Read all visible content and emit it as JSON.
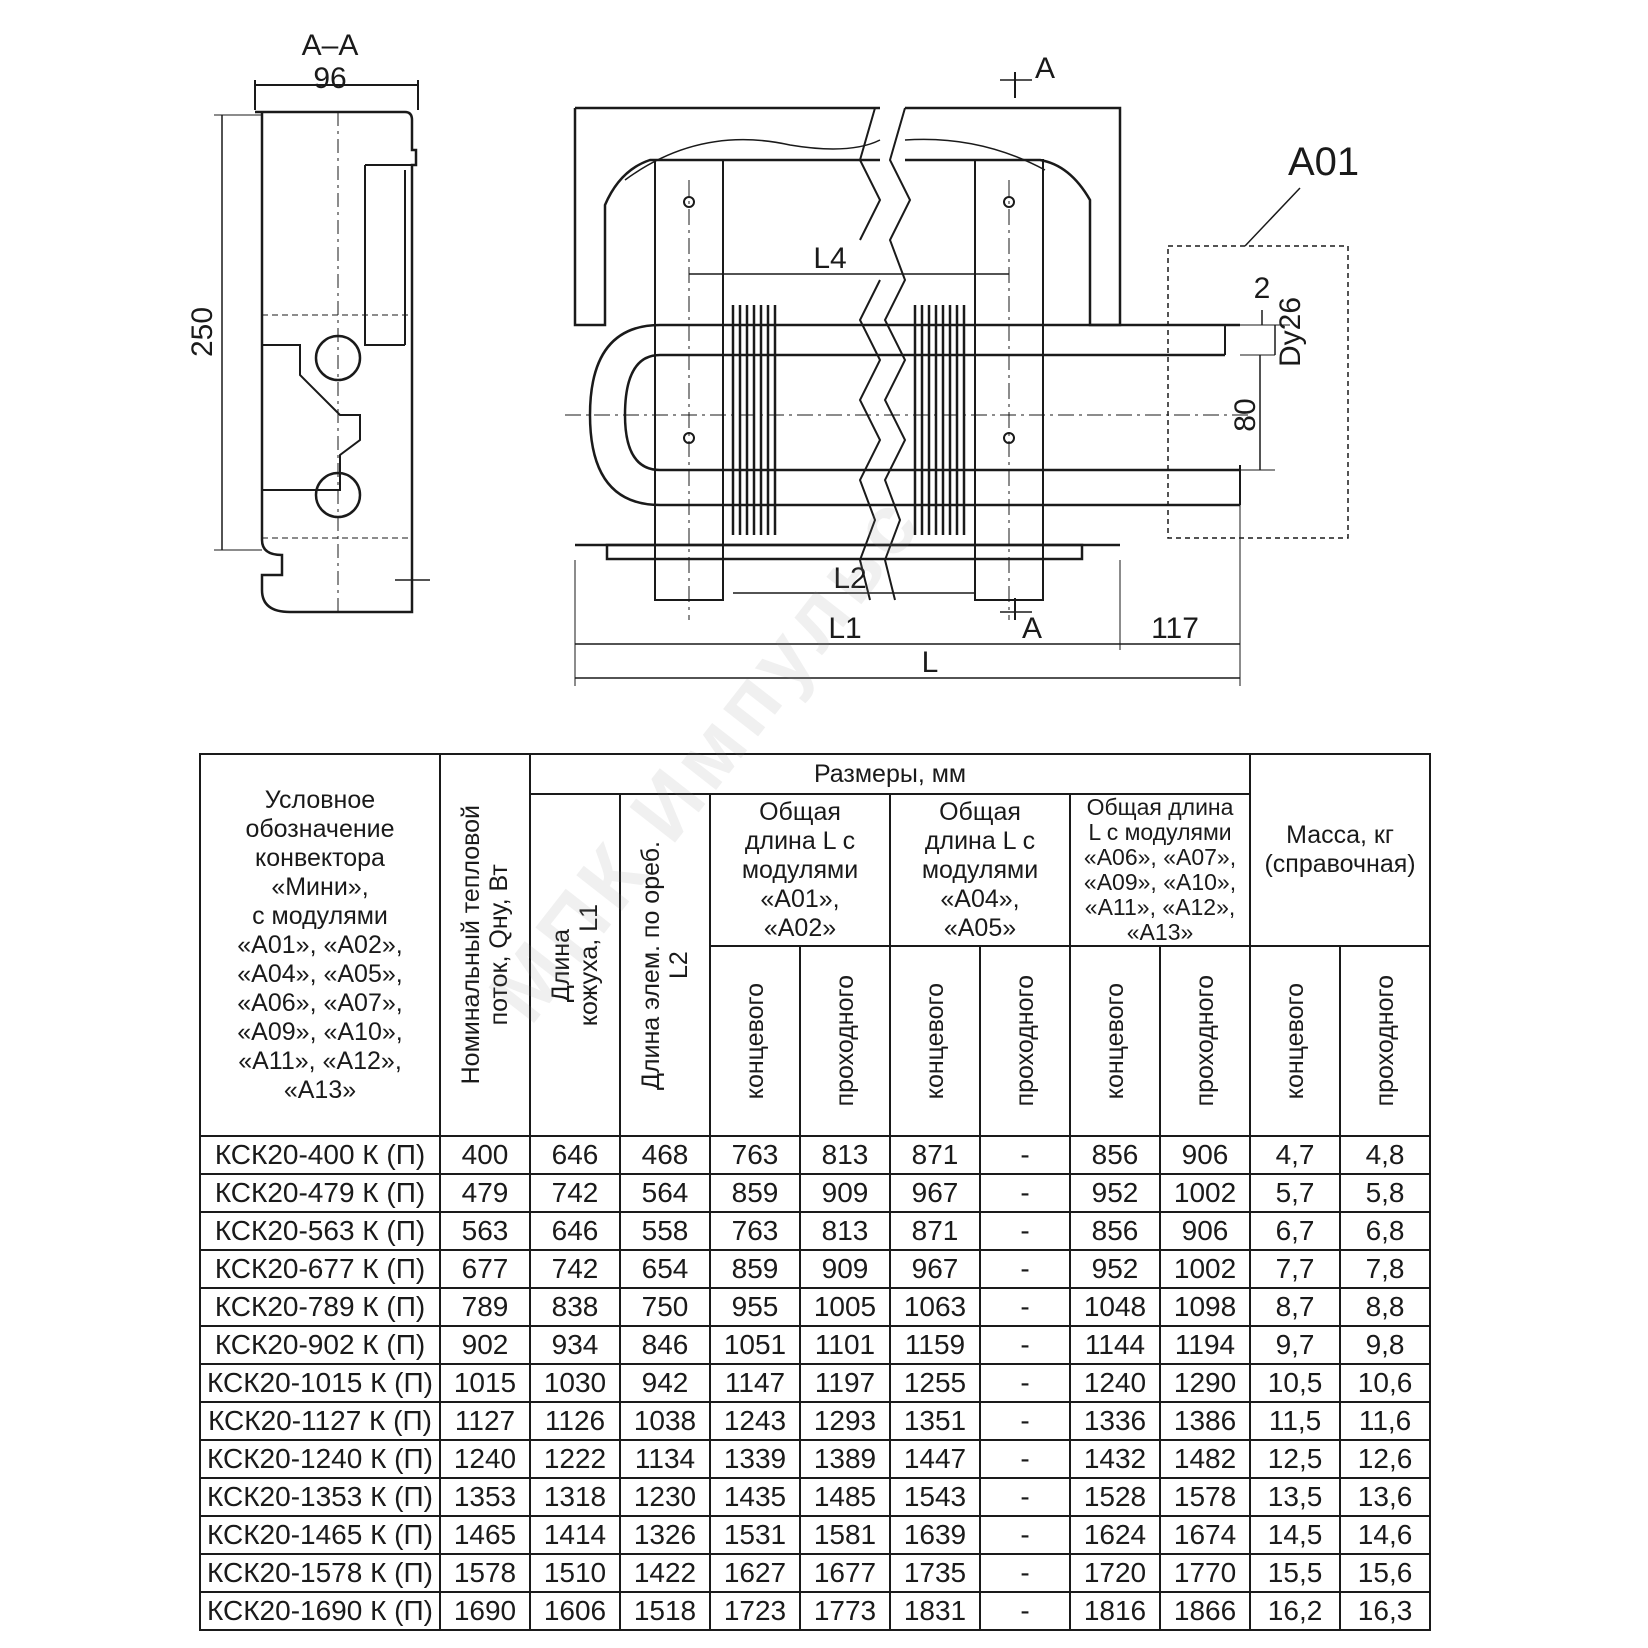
{
  "drawing": {
    "section_label": "A–A",
    "dim_width": "96",
    "dim_height": "250",
    "section_mark_top": "A",
    "section_mark_bottom": "A",
    "detail_label": "A01",
    "dim_L4": "L4",
    "dim_L2": "L2",
    "dim_L1": "L1",
    "dim_L": "L",
    "dim_117": "117",
    "dim_2": "2",
    "dim_dy": "Dy26",
    "dim_80": "80"
  },
  "table": {
    "col_designation": "Условное\nобозначение\nконвектора\n«Мини»,\nс модулями\n«А01», «А02»,\n«А04», «А05»,\n«А06», «А07»,\n«А09», «А10»,\n«А11», «А12»,\n«А13»",
    "col_flux": "Номинальный тепловой\nпоток, Qну, Вт",
    "group_sizes": "Размеры, мм",
    "col_L1": "Длина\nкожуха, L1",
    "col_L2": "Длина элем. по ореб.\nL2",
    "group_A01": "Общая\nдлина L с\nмодулями\n«А01»,\n«А02»",
    "group_A04": "Общая\nдлина L с\nмодулями\n«А04»,\n«А05»",
    "group_A06": "Общая длина\nL с модулями\n«А06», «А07»,\n«А09», «А10»,\n«А11», «А12»,\n«А13»",
    "group_mass": "Масса, кг\n(справочная)",
    "sub_end": "концевого",
    "sub_pass": "проходного",
    "rows": [
      [
        "КСК20-400 К (П)",
        "400",
        "646",
        "468",
        "763",
        "813",
        "871",
        "-",
        "856",
        "906",
        "4,7",
        "4,8"
      ],
      [
        "КСК20-479 К (П)",
        "479",
        "742",
        "564",
        "859",
        "909",
        "967",
        "-",
        "952",
        "1002",
        "5,7",
        "5,8"
      ],
      [
        "КСК20-563 К (П)",
        "563",
        "646",
        "558",
        "763",
        "813",
        "871",
        "-",
        "856",
        "906",
        "6,7",
        "6,8"
      ],
      [
        "КСК20-677 К (П)",
        "677",
        "742",
        "654",
        "859",
        "909",
        "967",
        "-",
        "952",
        "1002",
        "7,7",
        "7,8"
      ],
      [
        "КСК20-789 К (П)",
        "789",
        "838",
        "750",
        "955",
        "1005",
        "1063",
        "-",
        "1048",
        "1098",
        "8,7",
        "8,8"
      ],
      [
        "КСК20-902 К (П)",
        "902",
        "934",
        "846",
        "1051",
        "1101",
        "1159",
        "-",
        "1144",
        "1194",
        "9,7",
        "9,8"
      ],
      [
        "КСК20-1015 К (П)",
        "1015",
        "1030",
        "942",
        "1147",
        "1197",
        "1255",
        "-",
        "1240",
        "1290",
        "10,5",
        "10,6"
      ],
      [
        "КСК20-1127 К (П)",
        "1127",
        "1126",
        "1038",
        "1243",
        "1293",
        "1351",
        "-",
        "1336",
        "1386",
        "11,5",
        "11,6"
      ],
      [
        "КСК20-1240 К (П)",
        "1240",
        "1222",
        "1134",
        "1339",
        "1389",
        "1447",
        "-",
        "1432",
        "1482",
        "12,5",
        "12,6"
      ],
      [
        "КСК20-1353 К (П)",
        "1353",
        "1318",
        "1230",
        "1435",
        "1485",
        "1543",
        "-",
        "1528",
        "1578",
        "13,5",
        "13,6"
      ],
      [
        "КСК20-1465 К (П)",
        "1465",
        "1414",
        "1326",
        "1531",
        "1581",
        "1639",
        "-",
        "1624",
        "1674",
        "14,5",
        "14,6"
      ],
      [
        "КСК20-1578 К (П)",
        "1578",
        "1510",
        "1422",
        "1627",
        "1677",
        "1735",
        "-",
        "1720",
        "1770",
        "15,5",
        "15,6"
      ],
      [
        "КСК20-1690 К (П)",
        "1690",
        "1606",
        "1518",
        "1723",
        "1773",
        "1831",
        "-",
        "1816",
        "1866",
        "16,2",
        "16,3"
      ]
    ]
  },
  "watermark": "МПК Импульс"
}
